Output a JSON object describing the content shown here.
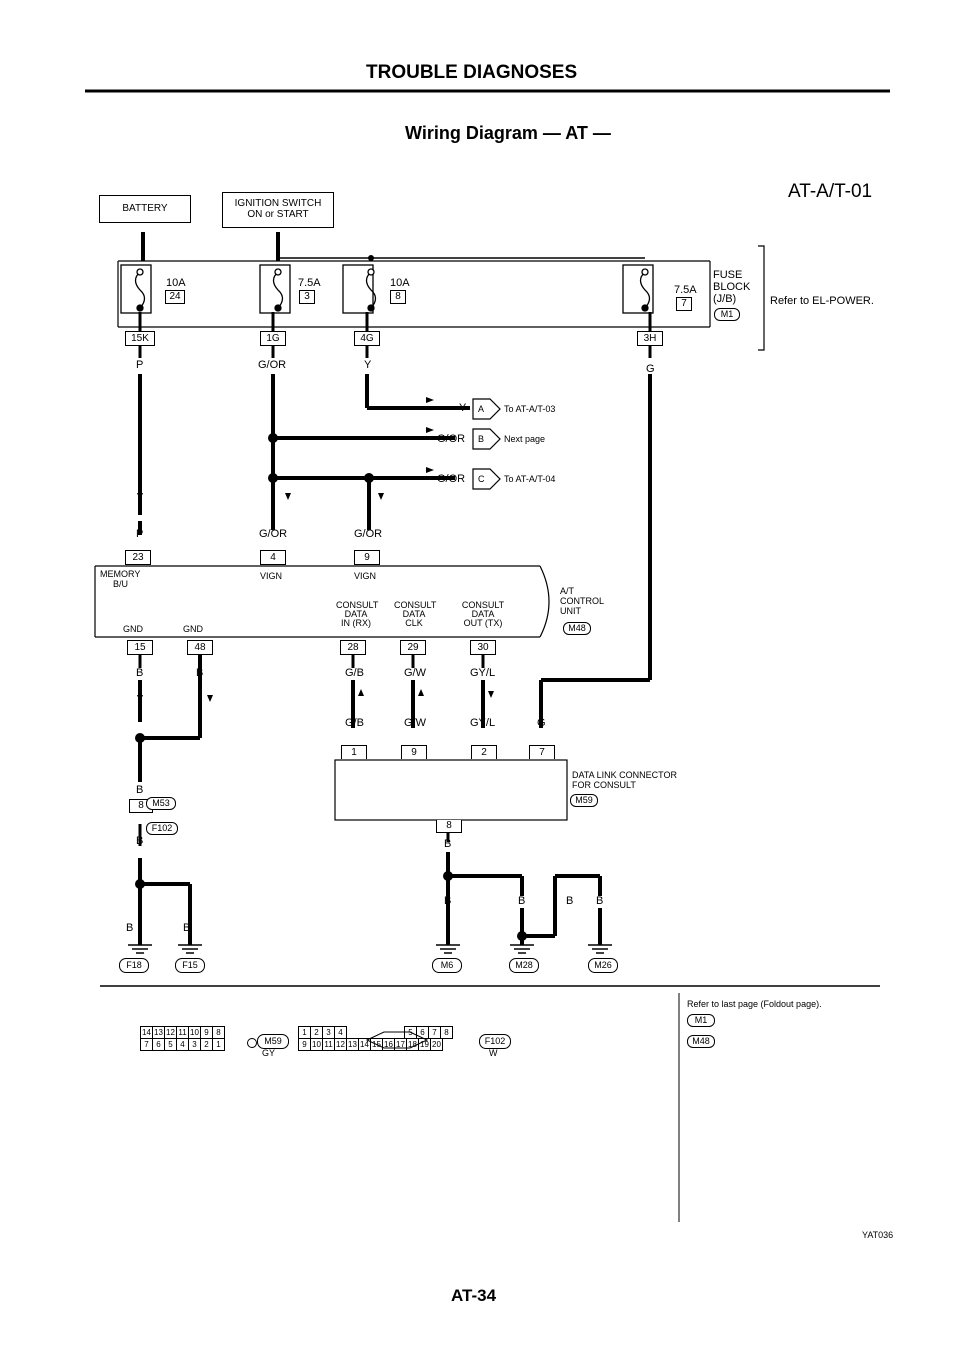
{
  "header": {
    "title": "TROUBLE DIAGNOSES",
    "subtitle": "Wiring Diagram — AT —",
    "diagram_code": "AT-A/T-01"
  },
  "battery": "BATTERY",
  "ignition": {
    "line1": "IGNITION SWITCH",
    "line2": "ON or START"
  },
  "fuses": [
    {
      "amp": "10A",
      "num": "24"
    },
    {
      "amp": "7.5A",
      "num": "3"
    },
    {
      "amp": "10A",
      "num": "8"
    },
    {
      "amp": "7.5A",
      "num": "7"
    }
  ],
  "fuse_block": {
    "line1": "FUSE",
    "line2": "BLOCK",
    "line3": "(J/B)",
    "connector": "M1",
    "refer": "Refer to EL-POWER."
  },
  "fuse_terms": [
    "15K",
    "1G",
    "4G",
    "3H"
  ],
  "wires": {
    "p": "P",
    "gor": "G/OR",
    "y": "Y",
    "g": "G",
    "b": "B",
    "gb": "G/B",
    "gw": "G/W",
    "gyl": "GY/L"
  },
  "arrows": [
    {
      "color": "Y",
      "letter": "A",
      "text": "To AT-A/T-03"
    },
    {
      "color": "G/OR",
      "letter": "B",
      "text": "Next page"
    },
    {
      "color": "G/OR",
      "letter": "C",
      "text": "To AT-A/T-04"
    }
  ],
  "tcm": {
    "pins_top": [
      "23",
      "4",
      "9"
    ],
    "memory": "MEMORY",
    "bu": "B/U",
    "vign": "VIGN",
    "consult_in": [
      "CONSULT",
      "DATA",
      "IN (RX)"
    ],
    "consult_clk": [
      "CONSULT",
      "DATA",
      "CLK"
    ],
    "consult_out": [
      "CONSULT",
      "DATA",
      "OUT (TX)"
    ],
    "gnd": "GND",
    "pins_bottom": [
      "15",
      "48",
      "28",
      "29",
      "30"
    ],
    "name": [
      "A/T",
      "CONTROL",
      "UNIT"
    ],
    "connector": "M48"
  },
  "dlc": {
    "pins": [
      "1",
      "9",
      "2",
      "7"
    ],
    "pin_bottom": "8",
    "line1": "DATA LINK CONNECTOR",
    "line2": "FOR CONSULT",
    "connector": "M59"
  },
  "joint": {
    "pin": "8",
    "top": "M53",
    "bottom": "F102"
  },
  "grounds": [
    "F18",
    "F15",
    "M6",
    "M28",
    "M26"
  ],
  "connectors": {
    "c1_top": [
      "14",
      "13",
      "12",
      "11",
      "10",
      "9",
      "8"
    ],
    "c1_bottom": [
      "7",
      "6",
      "5",
      "4",
      "3",
      "2",
      "1"
    ],
    "c1_id": "M59",
    "c1_color": "GY",
    "c2_top": [
      "1",
      "2",
      "3",
      "4",
      "5",
      "6",
      "7",
      "8"
    ],
    "c2_bottom": [
      "9",
      "10",
      "11",
      "12",
      "13",
      "14",
      "15",
      "16",
      "17",
      "18",
      "19",
      "20"
    ],
    "c2_id": "F102",
    "c2_color": "W"
  },
  "refer_last": {
    "text": "Refer to last page (Foldout page).",
    "c1": "M1",
    "c2": "M48"
  },
  "ref_code": "YAT036",
  "page": "AT-34"
}
